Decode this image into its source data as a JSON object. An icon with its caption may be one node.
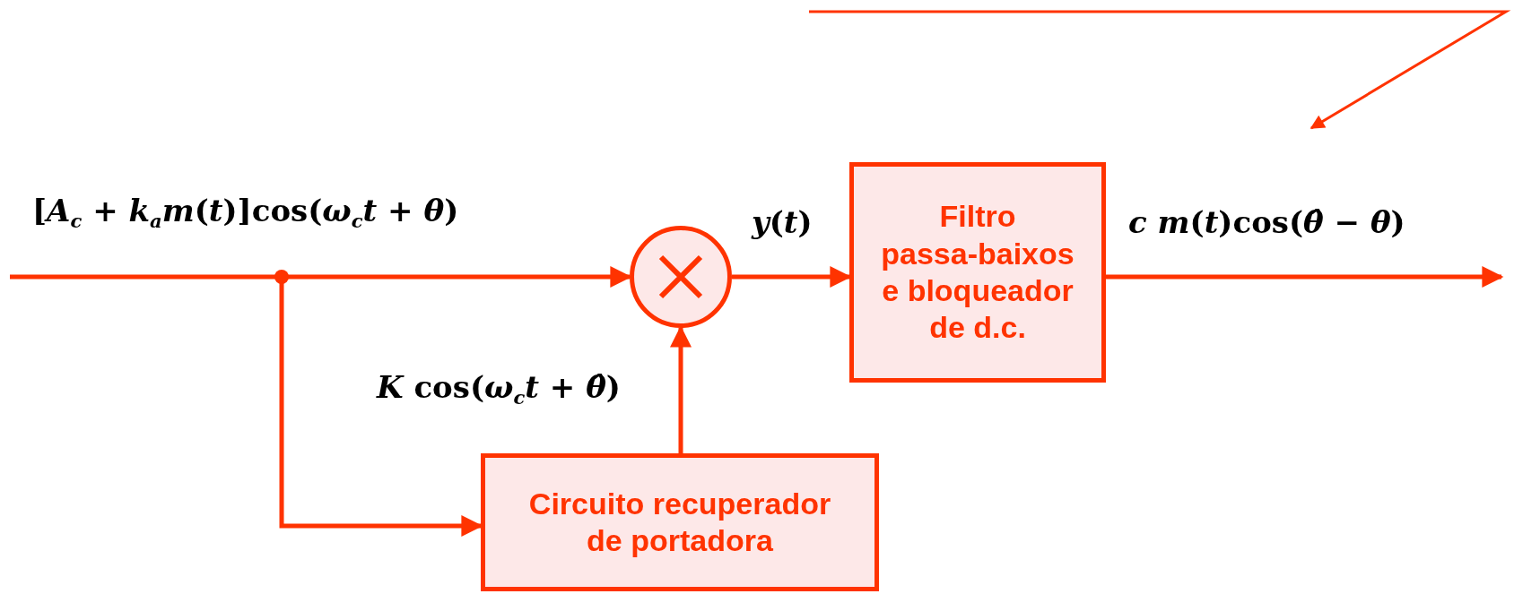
{
  "diagram": {
    "nodes": [
      {
        "text": [],
        "shape": "circle"
      },
      {
        "text": [
          "Filtro passa-baixos e bloqueador de d.c."
        ]
      },
      {
        "text": [
          "Circuito recuperador de portadora"
        ]
      }
    ],
    "edges": [
      {
        "from": null,
        "to": 0,
        "arrow": "to",
        "label": "[*A*$_{c}$ + *k*$_{a}$*m*(*t*)]cos(*ω*$_{c}$*t* + *θ*)"
      },
      {
        "from": null,
        "to": 2,
        "arrow": "to"
      },
      {
        "from": 2,
        "to": 0,
        "arrow": "to",
        "label": "*K* cos(*ω*$_{c}$*t* + *θ̂*)"
      },
      {
        "from": 0,
        "to": 1,
        "arrow": "to",
        "label": "*y*(*t*)"
      },
      {
        "from": 1,
        "to": null,
        "arrow": "to",
        "label": "*c* *m*(*t*)cos(*θ̂* − *θ*)"
      }
    ]
  }
}
